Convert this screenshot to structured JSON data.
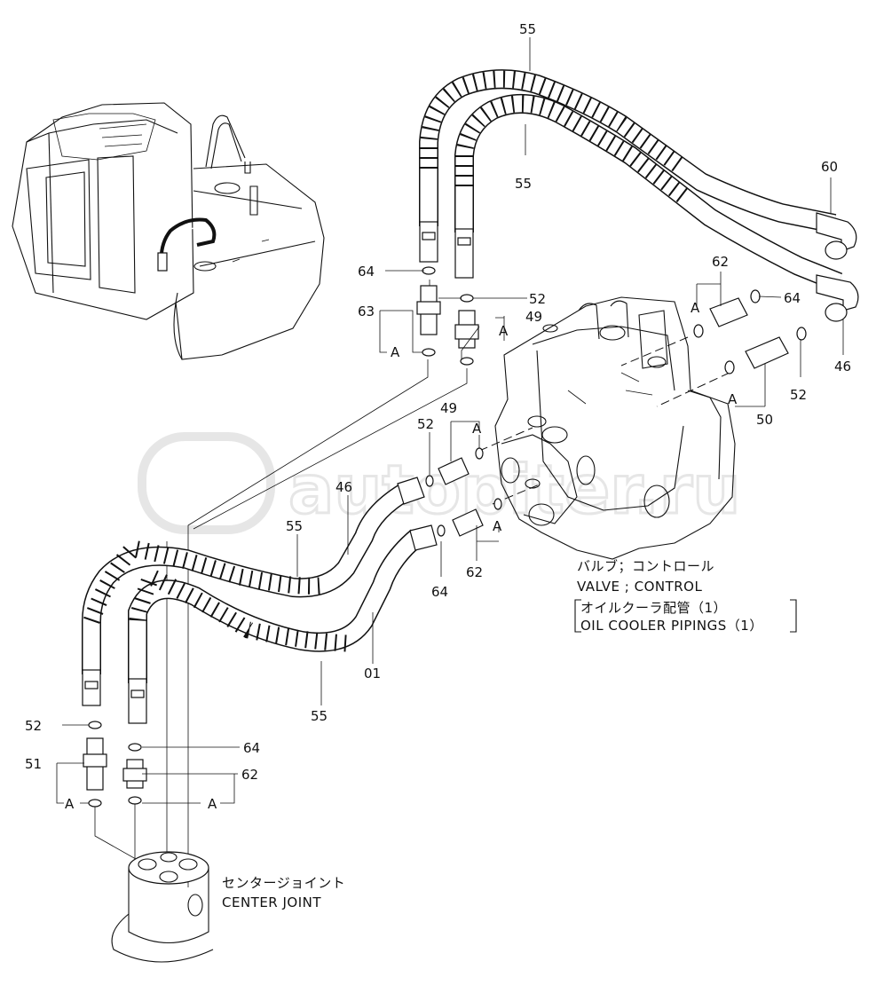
{
  "diagram": {
    "callouts": [
      {
        "id": "c-55-top",
        "text": "55"
      },
      {
        "id": "c-55-mid",
        "text": "55"
      },
      {
        "id": "c-60",
        "text": "60"
      },
      {
        "id": "c-62-r",
        "text": "62"
      },
      {
        "id": "c-64-r",
        "text": "64"
      },
      {
        "id": "c-46-r",
        "text": "46"
      },
      {
        "id": "c-52-r",
        "text": "52"
      },
      {
        "id": "c-50",
        "text": "50"
      },
      {
        "id": "c-64-a",
        "text": "64"
      },
      {
        "id": "c-52-a",
        "text": "52"
      },
      {
        "id": "c-63",
        "text": "63"
      },
      {
        "id": "c-49-a",
        "text": "49"
      },
      {
        "id": "c-52-b",
        "text": "52"
      },
      {
        "id": "c-49-b",
        "text": "49"
      },
      {
        "id": "c-46-b",
        "text": "46"
      },
      {
        "id": "c-55-l",
        "text": "55"
      },
      {
        "id": "c-64-b",
        "text": "64"
      },
      {
        "id": "c-62-b",
        "text": "62"
      },
      {
        "id": "c-01",
        "text": "01"
      },
      {
        "id": "c-55-b",
        "text": "55"
      },
      {
        "id": "c-52-c",
        "text": "52"
      },
      {
        "id": "c-64-c",
        "text": "64"
      },
      {
        "id": "c-51",
        "text": "51"
      },
      {
        "id": "c-62-c",
        "text": "62"
      }
    ],
    "connection_mark": "A",
    "captions": {
      "valve_jp": "バルブ；コントロール",
      "valve_en": "VALVE ; CONTROL",
      "pipings_jp": "オイルクーラ配管（1）",
      "pipings_en": "OIL  COOLER  PIPINGS（1）",
      "joint_jp": "センタージョイント",
      "joint_en": "CENTER  JOINT"
    },
    "watermark": "autopiter.ru"
  }
}
